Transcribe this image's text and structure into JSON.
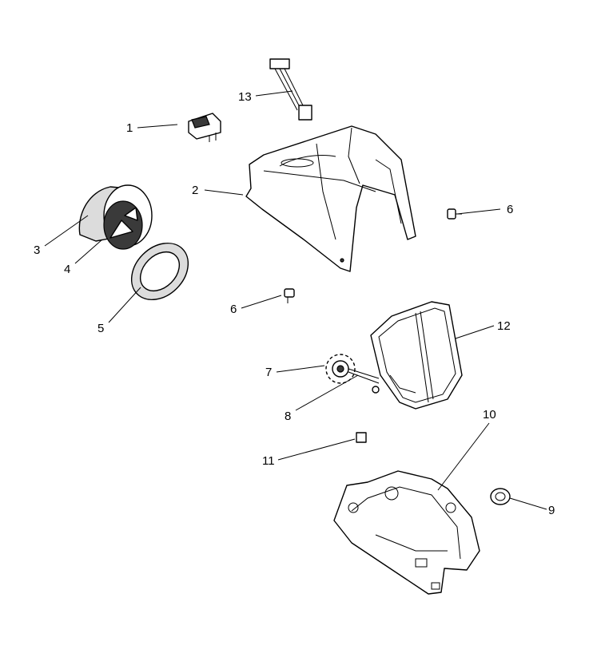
{
  "callouts": [
    {
      "id": "c1",
      "label": "1"
    },
    {
      "id": "c2",
      "label": "2"
    },
    {
      "id": "c3",
      "label": "3"
    },
    {
      "id": "c4",
      "label": "4"
    },
    {
      "id": "c5",
      "label": "5"
    },
    {
      "id": "c6a",
      "label": "6"
    },
    {
      "id": "c6b",
      "label": "6"
    },
    {
      "id": "c7",
      "label": "7"
    },
    {
      "id": "c8",
      "label": "8"
    },
    {
      "id": "c9",
      "label": "9"
    },
    {
      "id": "c10",
      "label": "10"
    },
    {
      "id": "c11",
      "label": "11"
    },
    {
      "id": "c12",
      "label": "12"
    },
    {
      "id": "c13",
      "label": "13"
    }
  ]
}
